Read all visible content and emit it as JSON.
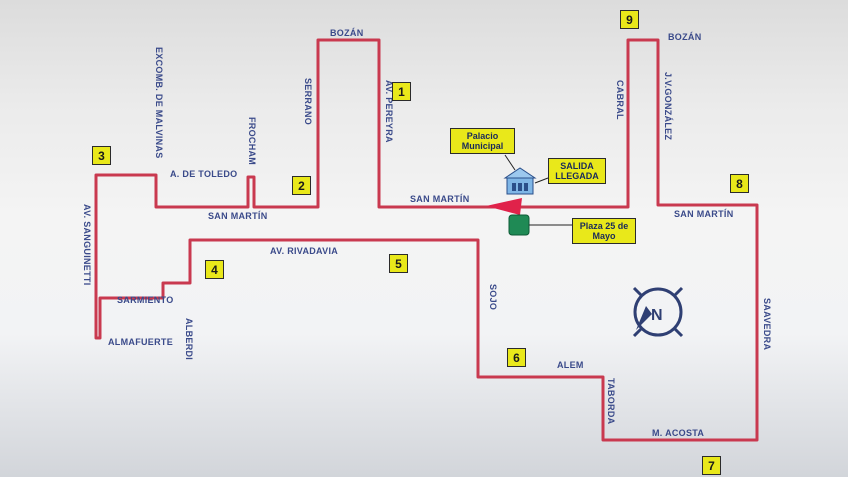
{
  "streets": {
    "bozan_left": "BOZÁN",
    "bozan_right": "BOZÁN",
    "excomb": "EXCOMB. DE MALVINAS",
    "serrano": "SERRANO",
    "frocham": "FROCHAM",
    "av_pereyra": "AV. PEREYRA",
    "a_de_toledo": "A. DE TOLEDO",
    "san_martin_left": "SAN MARTÍN",
    "san_martin_center": "SAN MARTÍN",
    "san_martin_right": "SAN MARTÍN",
    "av_sanguinetti": "AV. SANGUINETTI",
    "av_rivadavia": "AV. RIVADAVIA",
    "sarmiento": "SARMIENTO",
    "almafuerte": "ALMAFUERTE",
    "alberdi": "ALBERDI",
    "sojo": "SOJO",
    "alem": "ALEM",
    "taborda": "TABORDA",
    "m_acosta": "M. ACOSTA",
    "saavedra": "SAAVEDRA",
    "cabral": "CABRAL",
    "jv_gonzalez": "J.V.GONZÁLEZ"
  },
  "landmarks": {
    "palacio": "Palacio Municipal",
    "salida": "SALIDA LLEGADA",
    "plaza": "Plaza 25 de Mayo"
  },
  "markers": [
    "1",
    "2",
    "3",
    "4",
    "5",
    "6",
    "7",
    "8",
    "9"
  ],
  "compass_letter": "N",
  "colors": {
    "route": "#c9394f",
    "marker": "#e9e81a",
    "plaza": "#1f8a55",
    "street_text": "#3a4a8a",
    "compass": "#2f3f73"
  },
  "icons": {
    "start_arrow": "red-arrow-pointing-left",
    "palacio": "building-icon",
    "compass": "north-compass-icon"
  }
}
